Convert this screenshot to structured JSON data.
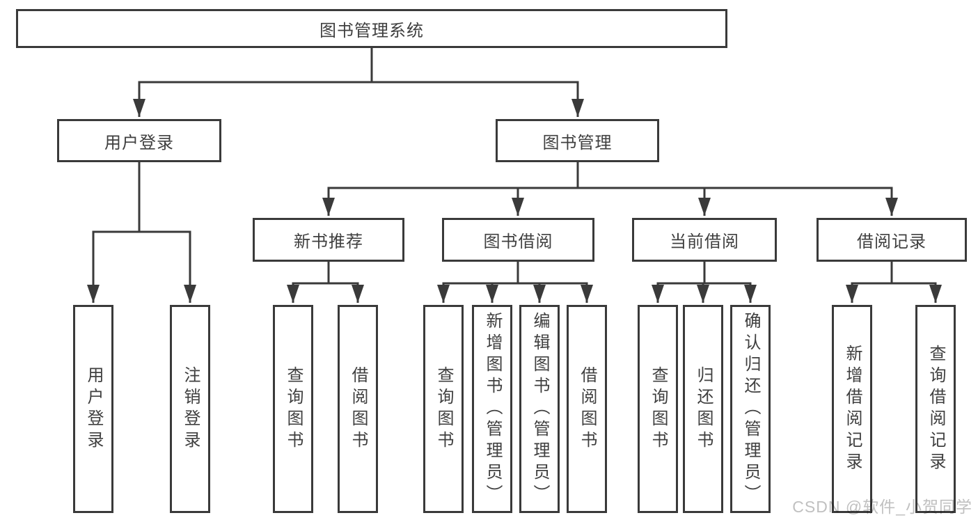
{
  "diagram": {
    "type": "hierarchy-tree",
    "colors": {
      "line": "#3a3a3a",
      "box_border": "#3a3a3a",
      "box_bg": "#ffffff",
      "text": "#3f3f3f",
      "background": "#ffffff",
      "watermark": "#c0c0c0"
    },
    "root": {
      "label": "图书管理系统"
    },
    "level2": [
      {
        "label": "用户登录",
        "parent": "图书管理系统"
      },
      {
        "label": "图书管理",
        "parent": "图书管理系统"
      }
    ],
    "level3": [
      {
        "label": "新书推荐",
        "parent": "图书管理"
      },
      {
        "label": "图书借阅",
        "parent": "图书管理"
      },
      {
        "label": "当前借阅",
        "parent": "图书管理"
      },
      {
        "label": "借阅记录",
        "parent": "图书管理"
      }
    ],
    "leaves": [
      {
        "label": "用户登录",
        "parent": "用户登录"
      },
      {
        "label": "注销登录",
        "parent": "用户登录"
      },
      {
        "label": "查询图书",
        "parent": "新书推荐"
      },
      {
        "label": "借阅图书",
        "parent": "新书推荐"
      },
      {
        "label": "查询图书",
        "parent": "图书借阅"
      },
      {
        "label": "新增图书（管理员）",
        "parent": "图书借阅"
      },
      {
        "label": "编辑图书（管理员）",
        "parent": "图书借阅"
      },
      {
        "label": "借阅图书",
        "parent": "图书借阅"
      },
      {
        "label": "查询图书",
        "parent": "当前借阅"
      },
      {
        "label": "归还图书",
        "parent": "当前借阅"
      },
      {
        "label": "确认归还（管理员）",
        "parent": "当前借阅"
      },
      {
        "label": "新增借阅记录",
        "parent": "借阅记录"
      },
      {
        "label": "查询借阅记录",
        "parent": "借阅记录"
      }
    ],
    "watermark": "CSDN @软件_小贺同学"
  }
}
